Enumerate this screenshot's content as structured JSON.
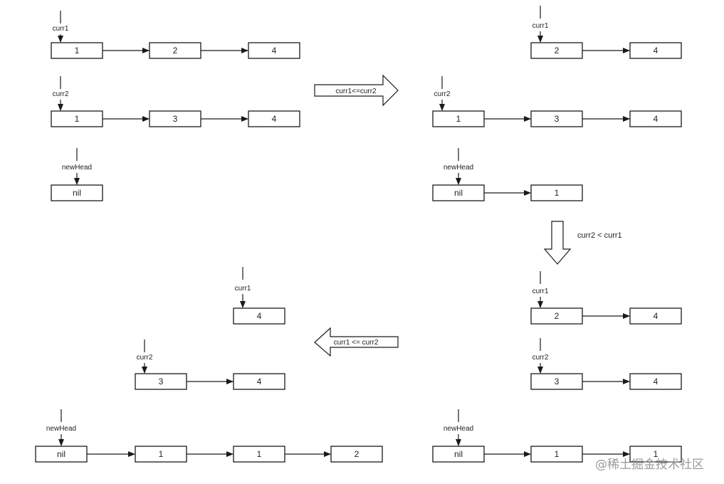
{
  "panels": [
    {
      "id": "step0",
      "lists": [
        {
          "pointer": "curr1",
          "nodes": [
            "1",
            "2",
            "4"
          ]
        },
        {
          "pointer": "curr2",
          "nodes": [
            "1",
            "3",
            "4"
          ]
        },
        {
          "pointer": "newHead",
          "nodes": [
            "nil"
          ]
        }
      ]
    },
    {
      "id": "step1",
      "lists": [
        {
          "pointer": "curr1",
          "nodes": [
            "2",
            "4"
          ]
        },
        {
          "pointer": "curr2",
          "nodes": [
            "1",
            "3",
            "4"
          ]
        },
        {
          "pointer": "newHead",
          "nodes": [
            "nil",
            "1"
          ]
        }
      ]
    },
    {
      "id": "step2",
      "lists": [
        {
          "pointer": "curr1",
          "nodes": [
            "2",
            "4"
          ]
        },
        {
          "pointer": "curr2",
          "nodes": [
            "3",
            "4"
          ]
        },
        {
          "pointer": "newHead",
          "nodes": [
            "nil",
            "1",
            "1"
          ]
        }
      ]
    },
    {
      "id": "step3",
      "lists": [
        {
          "pointer": "curr1",
          "nodes": [
            "4"
          ]
        },
        {
          "pointer": "curr2",
          "nodes": [
            "3",
            "4"
          ]
        },
        {
          "pointer": "newHead",
          "nodes": [
            "nil",
            "1",
            "1",
            "2"
          ]
        }
      ]
    }
  ],
  "transitions": [
    {
      "id": "t1",
      "direction": "right",
      "label": "curr1<=curr2"
    },
    {
      "id": "t2",
      "direction": "down",
      "label": "curr2 < curr1"
    },
    {
      "id": "t3",
      "direction": "left",
      "label": "curr1 <= curr2"
    }
  ],
  "watermark": "@稀土掘金技术社区"
}
